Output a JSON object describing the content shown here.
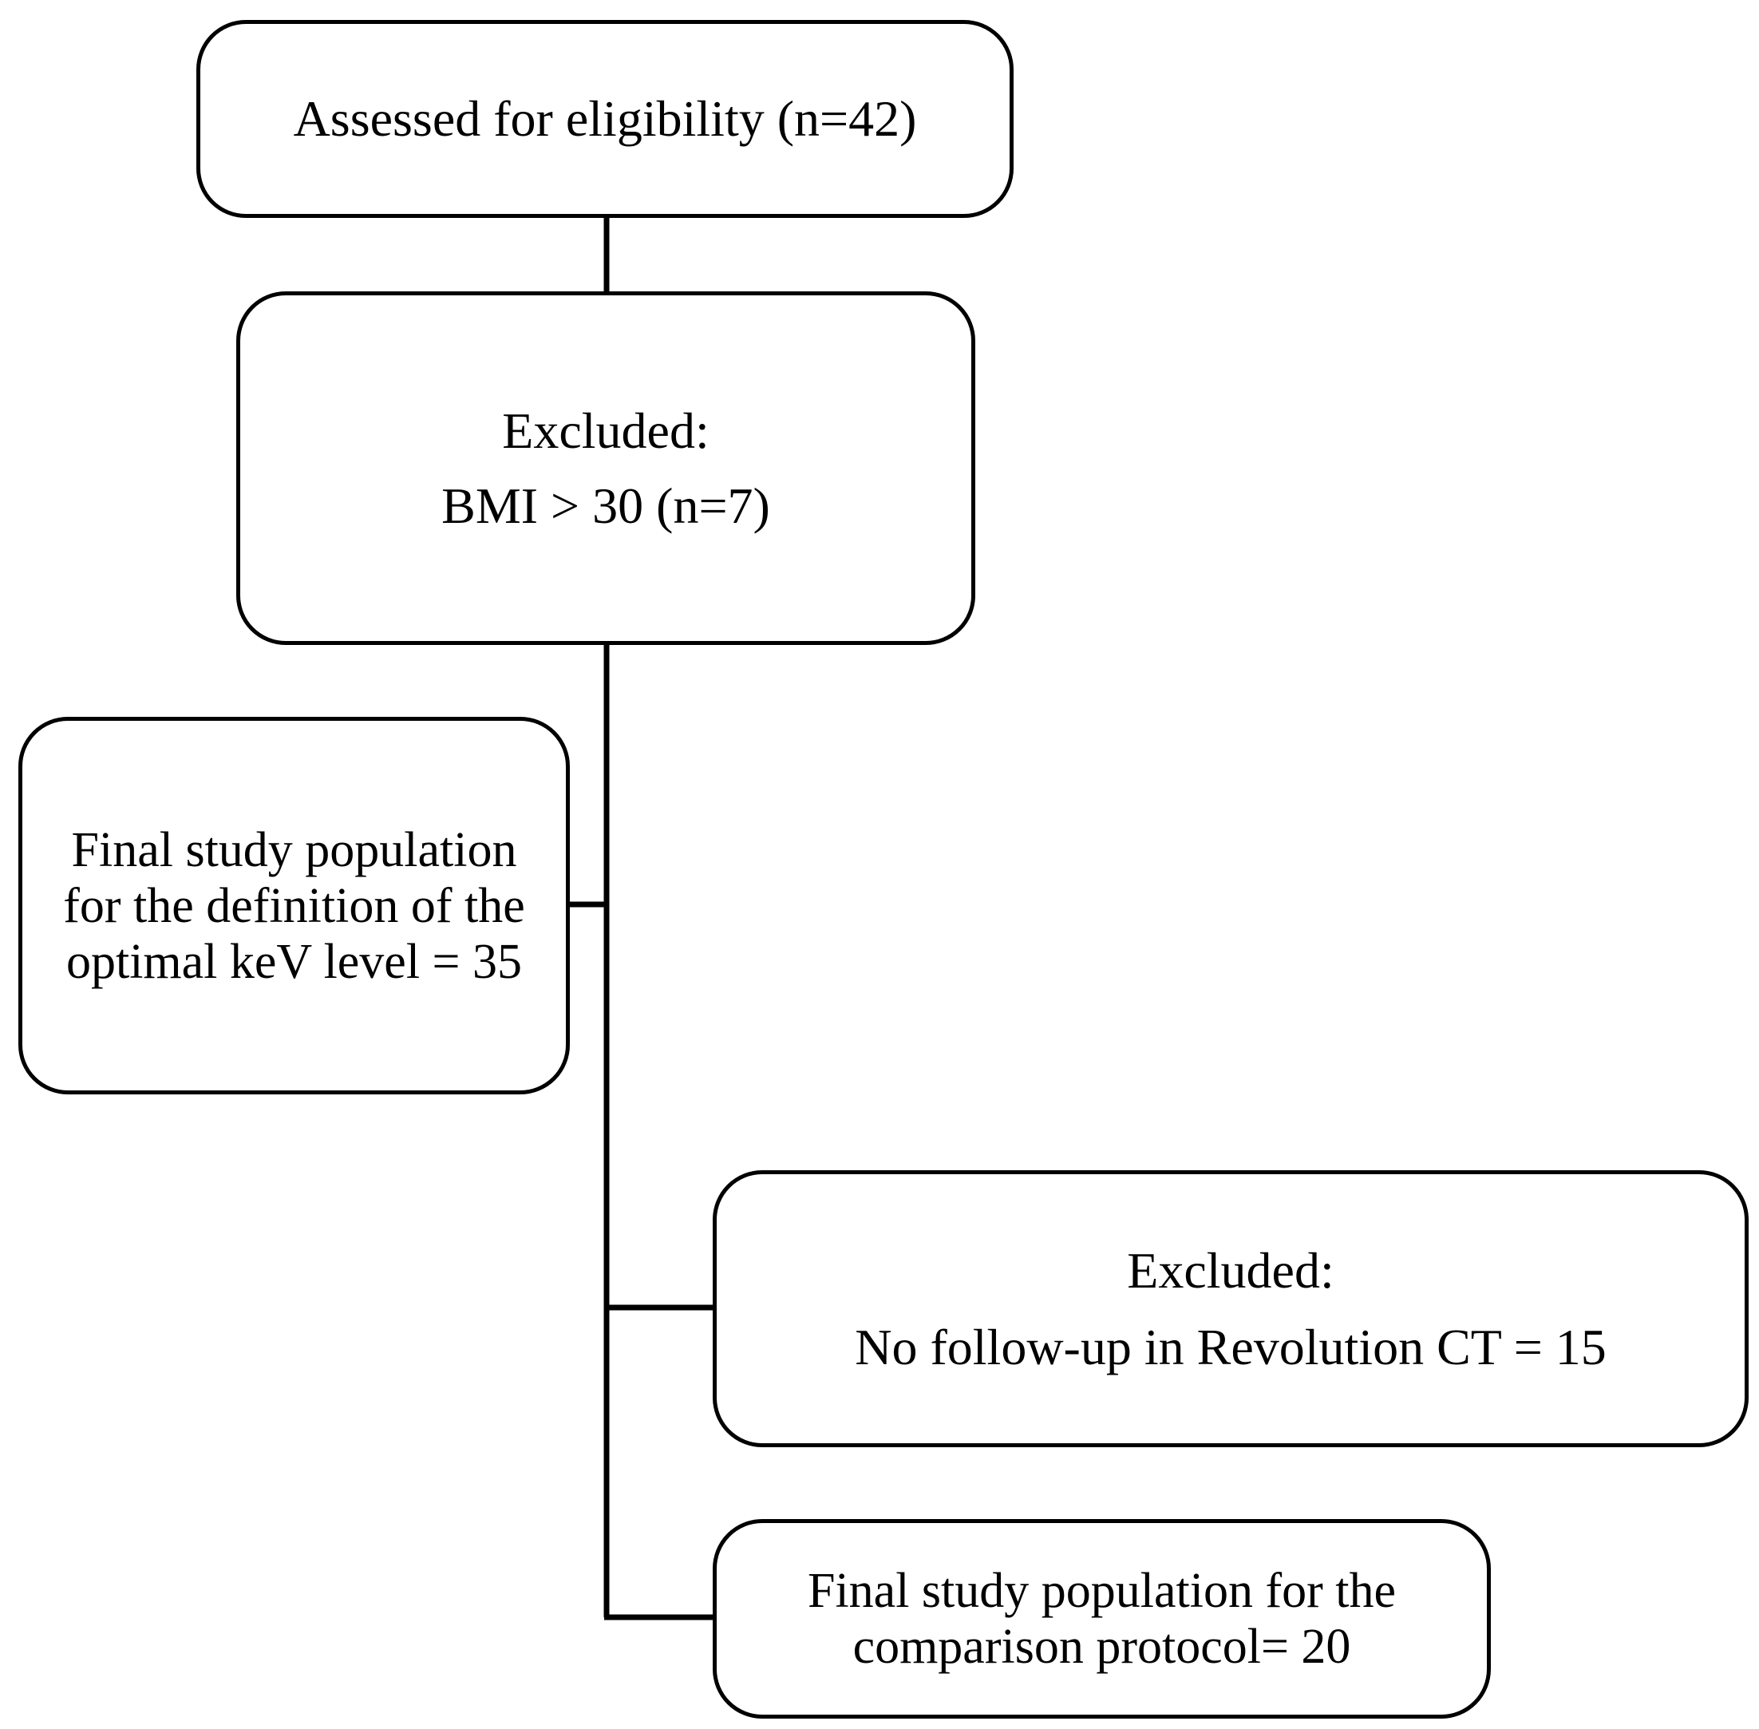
{
  "flowchart": {
    "assessed": {
      "lines": [
        "Assessed for eligibility (n=42)"
      ]
    },
    "excluded_bmi": {
      "lines": [
        "Excluded:",
        "BMI > 30 (n=7)"
      ]
    },
    "final_kev": {
      "lines": [
        "Final study population",
        "for the definition of the",
        "optimal keV level = 35"
      ]
    },
    "excluded_followup": {
      "lines": [
        "Excluded:",
        "No follow-up in Revolution CT = 15"
      ]
    },
    "final_comparison": {
      "lines": [
        "Final study population for the",
        "comparison protocol= 20"
      ]
    }
  },
  "colors": {
    "stroke": "#000000",
    "background": "#ffffff"
  }
}
